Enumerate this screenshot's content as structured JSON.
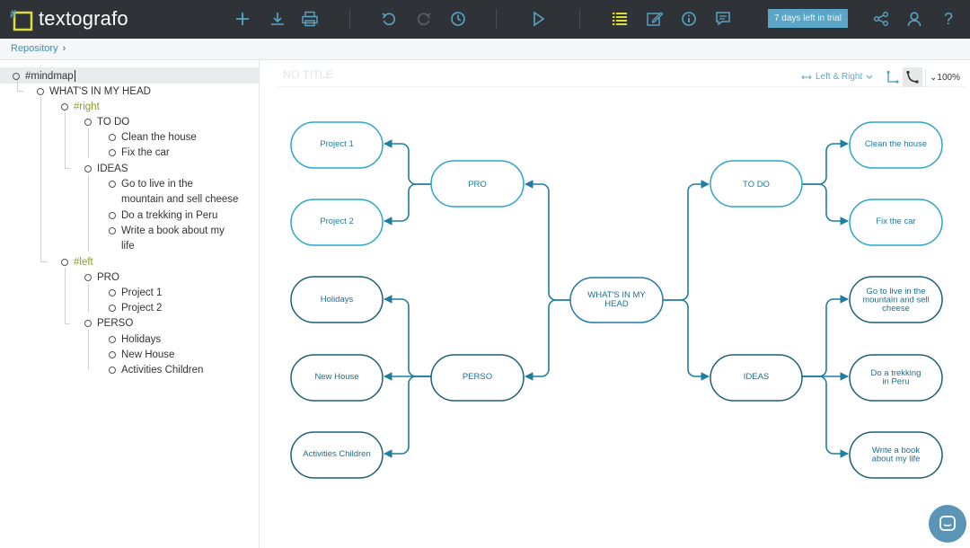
{
  "app": {
    "logo_text": "textografo",
    "colors": {
      "topbar": "#2f3236",
      "accent": "#5aa6c6",
      "node_light": "#2aa6c9",
      "node_dark": "#1e5f78",
      "tag": "#8aa12b"
    }
  },
  "toolbar": {
    "icons": [
      "plus-icon",
      "download-icon",
      "print-icon",
      "undo-icon",
      "redo-icon",
      "history-icon",
      "play-icon",
      "list-view-icon",
      "edit-style-icon",
      "info-icon",
      "comment-icon",
      "share-icon",
      "user-icon",
      "help-icon"
    ],
    "trial_label": "7 days left in trial",
    "help_glyph": "?"
  },
  "breadcrumb": {
    "label": "Repository",
    "chevron": "›"
  },
  "editor": {
    "lines": [
      {
        "text": "#mindmap",
        "tag": false
      },
      {
        "text": "WHAT'S IN MY HEAD",
        "tag": false
      },
      {
        "text": "#right",
        "tag": true
      },
      {
        "text": "TO DO",
        "tag": false
      },
      {
        "text": "Clean the house",
        "tag": false
      },
      {
        "text": "Fix the car",
        "tag": false
      },
      {
        "text": "IDEAS",
        "tag": false
      },
      {
        "text": "Go to live in the",
        "tag": false
      },
      {
        "text": "mountain and sell cheese",
        "tag": false
      },
      {
        "text": "Do a trekking in Peru",
        "tag": false
      },
      {
        "text": "Write a book about my",
        "tag": false
      },
      {
        "text": "life",
        "tag": false
      },
      {
        "text": "#left",
        "tag": true
      },
      {
        "text": "PRO",
        "tag": false
      },
      {
        "text": "Project 1",
        "tag": false
      },
      {
        "text": "Project 2",
        "tag": false
      },
      {
        "text": "PERSO",
        "tag": false
      },
      {
        "text": "Holidays",
        "tag": false
      },
      {
        "text": "New House",
        "tag": false
      },
      {
        "text": "Activities Children",
        "tag": false
      }
    ]
  },
  "canvas": {
    "title_placeholder": "NO TITLE",
    "layout_label": "Left & Right",
    "zoom": "100%"
  },
  "mindmap": {
    "root": "WHAT'S IN MY HEAD",
    "branches": {
      "todo": "TO DO",
      "ideas": "IDEAS",
      "pro": "PRO",
      "perso": "PERSO"
    },
    "leaves": {
      "clean": "Clean the house",
      "car": "Fix the car",
      "mountain": "Go to live in the mountain and sell cheese",
      "peru": "Do a trekking in Peru",
      "book": "Write a book about my life",
      "project1": "Project 1",
      "project2": "Project 2",
      "holidays": "Holidays",
      "house": "New House",
      "children": "Activities Children"
    }
  }
}
